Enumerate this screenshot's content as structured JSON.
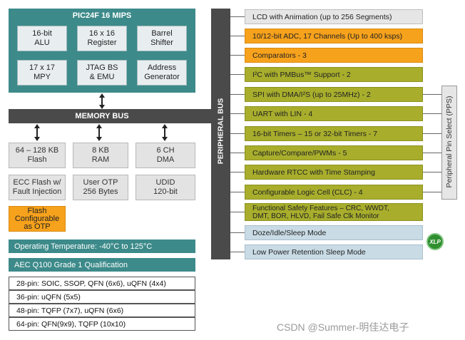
{
  "cpu": {
    "title": "PIC24F 16 MIPS",
    "units": [
      "16-bit\nALU",
      "16 x 16\nRegister",
      "Barrel\nShifter",
      "17 x 17\nMPY",
      "JTAG BS\n& EMU",
      "Address\nGenerator"
    ]
  },
  "memory_bus": {
    "label": "MEMORY BUS"
  },
  "memory": {
    "blocks": [
      "64 – 128 KB\nFlash",
      "8 KB\nRAM",
      "6 CH\nDMA"
    ],
    "features": [
      "ECC Flash w/\nFault Injection",
      "User OTP\n256 Bytes",
      "UDID\n120-bit"
    ],
    "flash_otp": "Flash\nConfigurable\nas OTP"
  },
  "specs": {
    "temperature": "Operating Temperature: -40°C to 125°C",
    "qualification": "AEC Q100 Grade 1 Qualification"
  },
  "packages": [
    "28-pin: SOIC, SSOP, QFN (6x6), uQFN (4x4)",
    "36-pin: uQFN (5x5)",
    "48-pin: TQFP (7x7), uQFN (6x6)",
    "64-pin: QFN(9x9), TQFP (10x10)"
  ],
  "peripheral_bus": {
    "label": "PERIPHERAL BUS"
  },
  "pps": {
    "label": "Peripheral Pin Select (PPS)"
  },
  "peripherals": [
    {
      "label": "LCD with Animation (up to 256 Segments)",
      "color": "grey"
    },
    {
      "label": "10/12-bit ADC, 17 Channels (Up to 400 ksps)",
      "color": "orange"
    },
    {
      "label": "Comparators - 3",
      "color": "orange"
    },
    {
      "label": "I²C with PMBus™ Support - 2",
      "color": "green"
    },
    {
      "label": "SPI with DMA/I²S (up to 25MHz) - 2",
      "color": "green"
    },
    {
      "label": "UART with LIN - 4",
      "color": "green"
    },
    {
      "label": "16-bit Timers – 15 or 32-bit Timers - 7",
      "color": "green"
    },
    {
      "label": "Capture/Compare/PWMs - 5",
      "color": "green"
    },
    {
      "label": "Hardware RTCC with Time Stamping",
      "color": "green"
    },
    {
      "label": "Configurable Logic Cell (CLC) - 4",
      "color": "green"
    },
    {
      "label": "Functional Safety Features – CRC, WWDT,\nDMT, BOR, HLVD, Fail Safe Clk Monitor",
      "color": "green"
    },
    {
      "label": "Doze/Idle/Sleep Mode",
      "color": "blue"
    },
    {
      "label": "Low Power Retention Sleep Mode",
      "color": "blue"
    }
  ],
  "xlp_badge": "XLP",
  "watermark": "CSDN @Summer-明佳达电子",
  "colors": {
    "teal": "#3d8a8a",
    "orange": "#f7a21c",
    "green": "#a8ae2c",
    "blue": "#c9dbe5",
    "grey": "#e6e6e6"
  }
}
